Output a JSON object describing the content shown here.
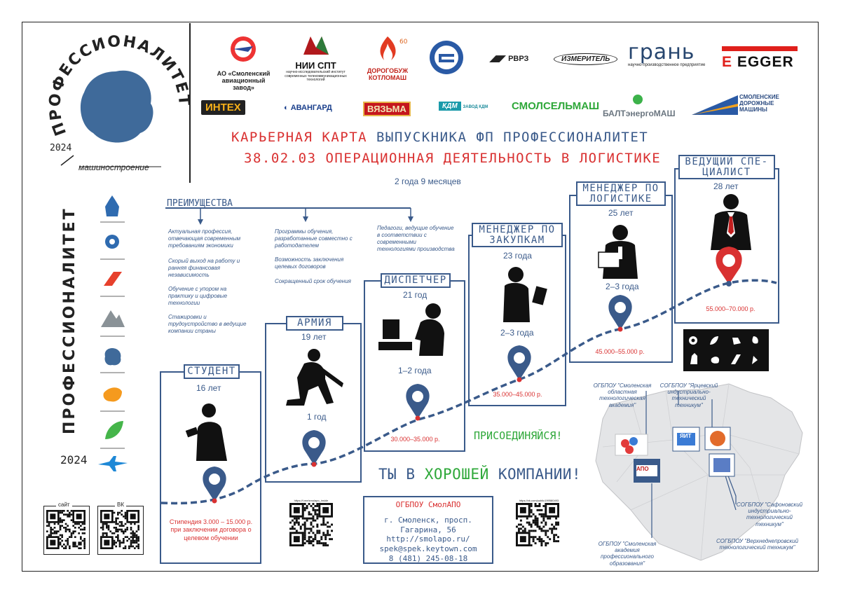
{
  "brand": {
    "arc_text": "ПРОФЕССИОНАЛИТЕТ",
    "year": "2024",
    "sector": "машиностроение",
    "vertical_text": "ПРОФЕССИОНАЛИТЕТ",
    "vertical_year": "2024",
    "accent_blue": "#3a5a8a",
    "accent_red": "#d93131",
    "accent_green": "#2fa83a"
  },
  "partners": {
    "row1": [
      {
        "name": "АО «Смоленский авиационный завод»"
      },
      {
        "name": "НИИ СПТ",
        "sub": "научно-исследовательский институт современных телекоммуникационных технологий"
      },
      {
        "name": "ДОРОГОБУЖ КОТЛОМАШ"
      },
      {
        "name": "РВРЗ"
      },
      {
        "name": "ИЗМЕРИТЕЛЬ"
      },
      {
        "name": "грань",
        "sub": "научно-производственное предприятие"
      },
      {
        "name": "EGGER"
      }
    ],
    "row2": [
      {
        "name": "ИНТЕХ"
      },
      {
        "name": "АВАНГАРД"
      },
      {
        "name": "ВЯЗЬМА"
      },
      {
        "name": "КДМ",
        "sub": "ЗАВОД КДМ"
      },
      {
        "name": "СМОЛСЕЛЬМАШ"
      },
      {
        "name": "БАЛТэнергоМАШ"
      },
      {
        "name": "СМОЛЕНСКИЕ ДОРОЖНЫЕ МАШИНЫ"
      }
    ]
  },
  "header": {
    "title_part1": "КАРЬЕРНАЯ КАРТА ",
    "title_part2": "ВЫПУСКНИКА ФП ПРОФЕССИОНАЛИТЕТ",
    "subtitle": "38.02.03 ОПЕРАЦИОННАЯ ДЕЯТЕЛЬНОСТЬ В ЛОГИСТИКЕ",
    "duration": "2 года 9 месяцев"
  },
  "advantages": {
    "title": "ПРЕИМУЩЕСТВА",
    "col1": [
      "Актуальная профессия, отвечающая современным требованиям экономики",
      "Скорый выход на работу и ранняя финансовая независимость",
      "Обучение с упором на практику и цифровые технологии",
      "Стажировки и трудоустройство в ведущие компании страны"
    ],
    "col2": [
      "Программы обучения, разработанные совместно с работодателем",
      "Возможность заключения целевых договоров",
      "Сокращенный срок обучения"
    ],
    "col3": [
      "Педагоги, ведущие обучение в соответствии с современными технологиями производства"
    ]
  },
  "stages": [
    {
      "title": "СТУДЕНТ",
      "age": "16 лет",
      "duration": "",
      "salary": "Стипендия 3.000 – 15.000 р. при заключении договора о целевом обучении"
    },
    {
      "title": "АРМИЯ",
      "age": "19 лет",
      "duration": "1 год",
      "salary": ""
    },
    {
      "title": "ДИСПЕТЧЕР",
      "age": "21 год",
      "duration": "1–2 года",
      "salary": "30.000–35.000 р."
    },
    {
      "title": "МЕНЕДЖЕР ПО ЗАКУПКАМ",
      "age": "23 года",
      "duration": "2–3 года",
      "salary": "35.000–45.000 р."
    },
    {
      "title": "МЕНЕДЖЕР ПО ЛОГИСТИКЕ",
      "age": "25 лет",
      "duration": "2–3 года",
      "salary": "45.000–55.000 р."
    },
    {
      "title": "ВЕДУЩИЙ СПЕ-ЦИАЛИСТ",
      "age": "28 лет",
      "duration": "",
      "salary": "55.000–70.000 р."
    }
  ],
  "slogans": {
    "join": "ПРИСОЕДИНЯЙСЯ!",
    "company_1": "ТЫ В ",
    "company_2": "ХОРОШЕЙ",
    "company_3": " КОМПАНИИ!"
  },
  "contacts": {
    "org": "ОГБПОУ СмолАПО",
    "address": "г. Смоленск, просп. Гагарина, 56",
    "site": "http://smolapo.ru/",
    "email": "spek@spek.keytown.com",
    "phone": "8 (481) 245-08-18"
  },
  "qr": {
    "site_label": "сайт",
    "vk_label": "ВК",
    "qr3_label": "https://t.me/smolapo_inside",
    "qr4_label": "https://vk.com/public199580493"
  },
  "map": {
    "org1": "ОГБПОУ \"Смоленская областная технологическая академия\"",
    "org2": "СОГБПОУ \"Ярцевский индустриально-технический техникум\"",
    "org3": "СОГБПОУ \"Сафоновский индустриально-технологический техникум\"",
    "org4": "ОГБПОУ \"Смоленская академия профессионального образования\"",
    "org5": "СОГБПОУ \"Верхнеднепровский технологический техникум\"",
    "apo": "АПО",
    "pit": "ЯИТ"
  }
}
